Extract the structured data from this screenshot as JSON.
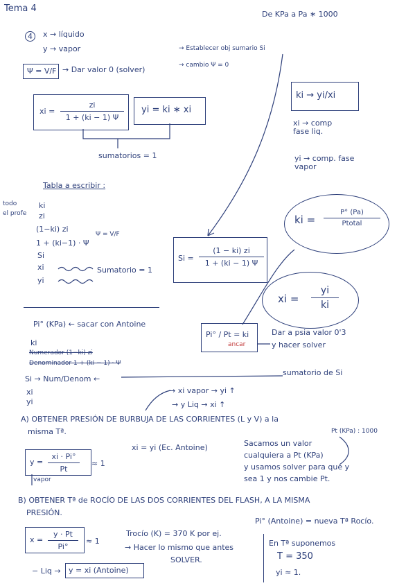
{
  "header": {
    "title": "Tema 4",
    "conversion": "De KPa a Pa  ∗ 1000"
  },
  "problem4": {
    "number": "4",
    "x_def": "x → líquido",
    "y_def": "y → vapor",
    "psi_eq": "Ψ = V/F",
    "psi_note": "→ Dar valor 0 (solver)",
    "solver_note_1": "→ Establecer obj sumario Si",
    "solver_note_2": "→ cambio Ψ = 0",
    "xi_lhs": "xi =",
    "xi_num": "zi",
    "xi_den": "1 + (ki − 1) Ψ",
    "yi_eq": "yi = ki ∗ xi",
    "sumatorios": "sumatorios = 1",
    "ki_def": "ki → yi/xi",
    "xi_comp": "xi → comp fase liq.",
    "yi_comp": "yi → comp. fase vapor",
    "tabla": "Tabla a escribir :"
  },
  "table_list": {
    "side_note_1": "todo",
    "side_note_2": "el profe",
    "items": [
      "ki",
      "zi",
      "(1−ki) zi",
      "1 + (ki−1) · Ψ",
      "Si",
      "xi",
      "yi"
    ],
    "psi_ref": "Ψ = V/F",
    "sumatorio": "Sumatorio = 1"
  },
  "si_formula": {
    "lhs": "Si =",
    "num": "(1 − ki) zi",
    "den": "1 + (ki − 1) Ψ"
  },
  "ki_bubble": {
    "lhs": "ki =",
    "num": "P° (Pa)",
    "den": "Ptotal"
  },
  "xi_bubble": {
    "lhs": "xi =",
    "num": "yi",
    "den": "ki"
  },
  "section2": {
    "pi_antoine": "Pi° (KPa) ← sacar con Antoine",
    "ki": "ki",
    "numerador": "Numerador (1−ki) zi",
    "denominador": "Denominador 1 + (ki − 1) · Ψ",
    "si_num_denom": "Si → Num/Denom ←",
    "xi": "xi",
    "yi": "yi",
    "box_formula": "Pi° / Pt = ki",
    "box_note": "ancar",
    "dar_valor": "Dar a psia valor 0'3",
    "hacer_solver": "y hacer solver",
    "sumatorio_si": "sumatorio de Si",
    "xi_vapor": "→ xi vapor → yi ↑",
    "yi_liq": "→ y Liq → xi ↑"
  },
  "sectionA": {
    "title_1": "A) OBTENER PRESIÓN DE BURBUJA DE LAS CORRIENTES (L y V) a la",
    "title_2": "misma Tª.",
    "eq_lhs": "y =",
    "eq_num": "xi · Pi°",
    "eq_den": "Pt",
    "eq_approx": "≈ 1",
    "eq_note": "vapor",
    "xi_yi": "xi = yi (Ec. Antoine)",
    "pt_note": "Pt (KPa) : 1000",
    "explain_1": "Sacamos un valor",
    "explain_2": "cualquiera a Pt (KPa)",
    "explain_3": "y usamos solver para que y",
    "explain_4": "sea 1 y nos cambie Pt."
  },
  "sectionB": {
    "title_1": "B) OBTENER Tª de ROCÍO DE LAS DOS CORRIENTES DEL FLASH, A LA MISMA",
    "title_2": "PRESIÓN.",
    "eq_lhs": "x =",
    "eq_num": "y · Pt",
    "eq_den": "Pi°",
    "eq_approx": "≈ 1",
    "troc": "Trocío (K) = 370 K por ej.",
    "hacer": "→ Hacer lo mismo que antes",
    "solver": "SOLVER.",
    "nueva": "Pi° (Antoine) = nueva Tª Rocío.",
    "en_t": "En Tª suponemos",
    "t_val": "T = 350",
    "yi_approx": "yi ≈ 1.",
    "liq": "− Liq →",
    "liq_box": "y = xi (Antoine)"
  }
}
